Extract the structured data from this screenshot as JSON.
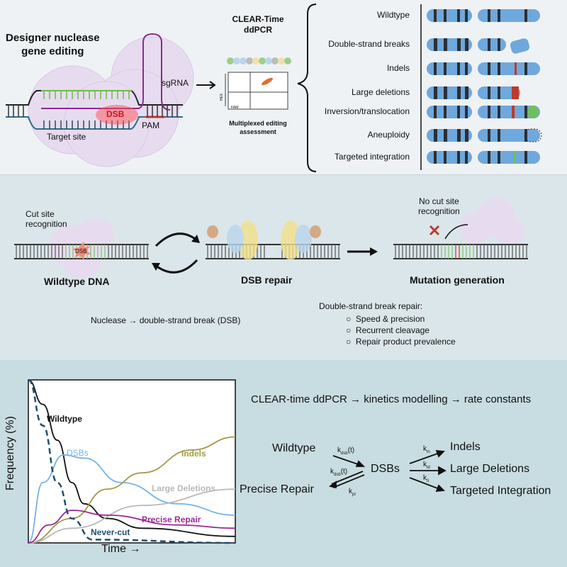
{
  "top": {
    "title_line1": "Designer nuclease",
    "title_line2": "gene editing",
    "sgrna": "sgRNA",
    "dsb": "DSB",
    "pam": "PAM",
    "target_site": "Target site",
    "ddpcr_title_line1": "CLEAR-Time",
    "ddpcr_title_line2": "ddPCR",
    "axis_hex": "HEX",
    "axis_fam": "FAM",
    "assessment_line1": "Multiplexed editing",
    "assessment_line2": "assessment",
    "outcomes": [
      "Wildtype",
      "Double-strand breaks",
      "Indels",
      "Large deletions",
      "Inversion/translocation",
      "Aneuploidy",
      "Targeted integration"
    ]
  },
  "middle": {
    "cut_site_line1": "Cut site",
    "cut_site_line2": "recognition",
    "dsb": "DSB",
    "wildtype_dna": "Wildtype DNA",
    "dsb_repair": "DSB repair",
    "no_cut_line1": "No cut site",
    "no_cut_line2": "recognition",
    "mutation_generation": "Mutation generation",
    "nuclease_caption": "Nuclease → double-strand break (DSB)",
    "repair_heading": "Double-strand break repair:",
    "repair_points": [
      "Speed & precision",
      "Recurrent cleavage",
      "Repair product prevalence"
    ]
  },
  "bottom": {
    "pipeline": "CLEAR-time ddPCR → kinetics modelling → rate constants",
    "scheme": {
      "wildtype": "Wildtype",
      "precise_repair": "Precise Repair",
      "dsbs": "DSBs",
      "indels": "Indels",
      "large_deletions": "Large Deletions",
      "targeted_integration": "Targeted Integration",
      "k_dsb": "k",
      "k_dsb_sub": "dsb",
      "t_arg": "(t)",
      "k_pr_sub": "pr",
      "k_in_sub": "in",
      "k_ld_sub": "ld",
      "k_ti_sub": "ti"
    }
  },
  "chart_data": {
    "type": "line",
    "xlabel": "Time →",
    "ylabel": "Frequency (%)",
    "ylim": [
      0,
      100
    ],
    "xlim": [
      0,
      10
    ],
    "grid": false,
    "series": [
      {
        "name": "Wildtype",
        "color": "#111111",
        "dash": false,
        "x": [
          0,
          0.7,
          1.4,
          2.1,
          2.7,
          3.8,
          5.5,
          10
        ],
        "y": [
          100,
          85,
          63,
          37,
          24,
          15,
          9,
          4
        ]
      },
      {
        "name": "DSBs",
        "color": "#74b3ea",
        "dash": false,
        "x": [
          0,
          0.7,
          1.7,
          2.7,
          4.5,
          7.2,
          10
        ],
        "y": [
          0,
          37,
          54,
          52,
          37,
          24,
          17
        ]
      },
      {
        "name": "Indels",
        "color": "#a29a45",
        "dash": false,
        "x": [
          0,
          2.1,
          3.8,
          5.5,
          7.9,
          10
        ],
        "y": [
          0,
          15,
          33,
          43,
          57,
          65
        ]
      },
      {
        "name": "Large Deletions",
        "color": "#b8b8b8",
        "dash": false,
        "x": [
          0,
          2.1,
          5.5,
          10
        ],
        "y": [
          0,
          9,
          23,
          33
        ]
      },
      {
        "name": "Precise Repair",
        "color": "#9b2a92",
        "dash": false,
        "x": [
          0,
          1.0,
          2.1,
          3.8,
          7.2,
          10
        ],
        "y": [
          0,
          11,
          20,
          17,
          11,
          9
        ]
      },
      {
        "name": "Never-cut",
        "color": "#1f4e6e",
        "dash": true,
        "x": [
          0,
          0.7,
          1.4,
          2.1,
          3.1,
          10
        ],
        "y": [
          100,
          72,
          37,
          15,
          2,
          0
        ]
      }
    ]
  },
  "colors": {
    "chromosome": "#6fa8dc",
    "band": "#2b2f36",
    "red_band": "#c0392b",
    "green_band": "#6fbf5a",
    "dsb_red": "#e02020"
  }
}
